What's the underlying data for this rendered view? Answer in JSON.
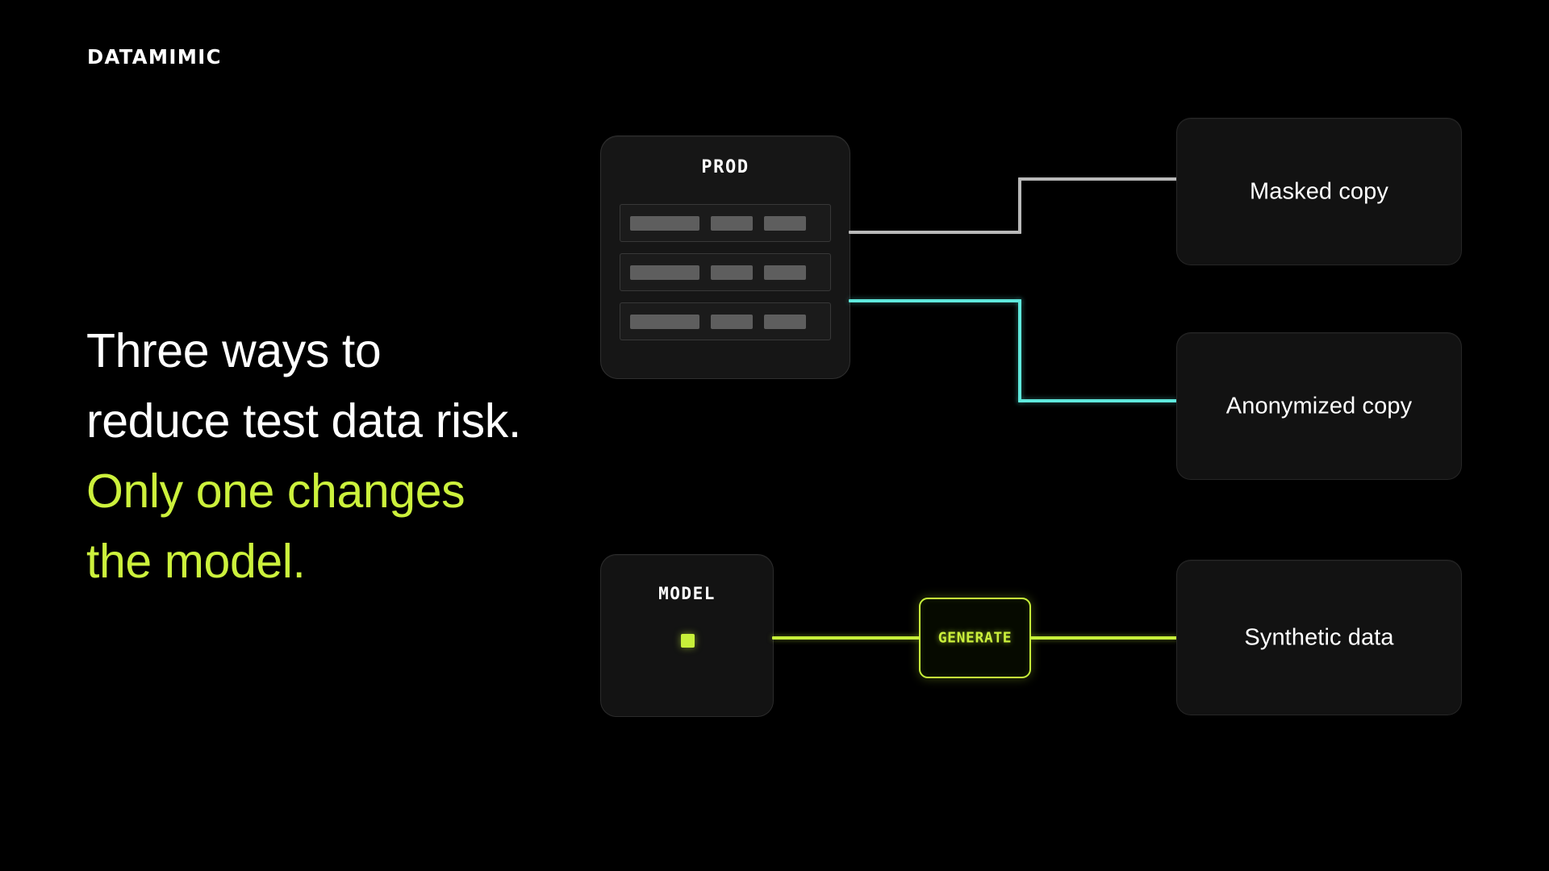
{
  "brand": {
    "logo_text": "DATAMIMIC"
  },
  "headline": {
    "line1": "Three ways to",
    "line2": "reduce test data risk.",
    "line3": "Only one changes",
    "line4": "the model.",
    "accent_color": "#ccf13c",
    "base_color": "#ffffff"
  },
  "diagram": {
    "source": {
      "prod": {
        "title": "PROD",
        "rows": [
          {
            "cells": [
              "wide",
              "narrow",
              "narrow"
            ]
          },
          {
            "cells": [
              "wide",
              "narrow",
              "narrow"
            ]
          },
          {
            "cells": [
              "wide",
              "narrow",
              "narrow"
            ]
          }
        ]
      },
      "model": {
        "title": "MODEL",
        "indicator": "lime-square-indicator",
        "indicator_color": "#c7f03a"
      }
    },
    "process": {
      "generate": {
        "label": "GENERATE",
        "color": "#ccf13c"
      }
    },
    "outputs": [
      {
        "label": "Masked copy",
        "wire_color": "#b9b9b9"
      },
      {
        "label": "Anonymized copy",
        "wire_color": "#5fe9dd"
      },
      {
        "label": "Synthetic data",
        "wire_color": "#c7f03a"
      }
    ],
    "connectors": [
      {
        "name": "prod-to-masked",
        "color": "#b9b9b9"
      },
      {
        "name": "prod-to-anonymized",
        "color": "#5fe9dd"
      },
      {
        "name": "model-to-generate",
        "color": "#c7f03a"
      },
      {
        "name": "generate-to-synthetic",
        "color": "#c7f03a"
      }
    ]
  }
}
